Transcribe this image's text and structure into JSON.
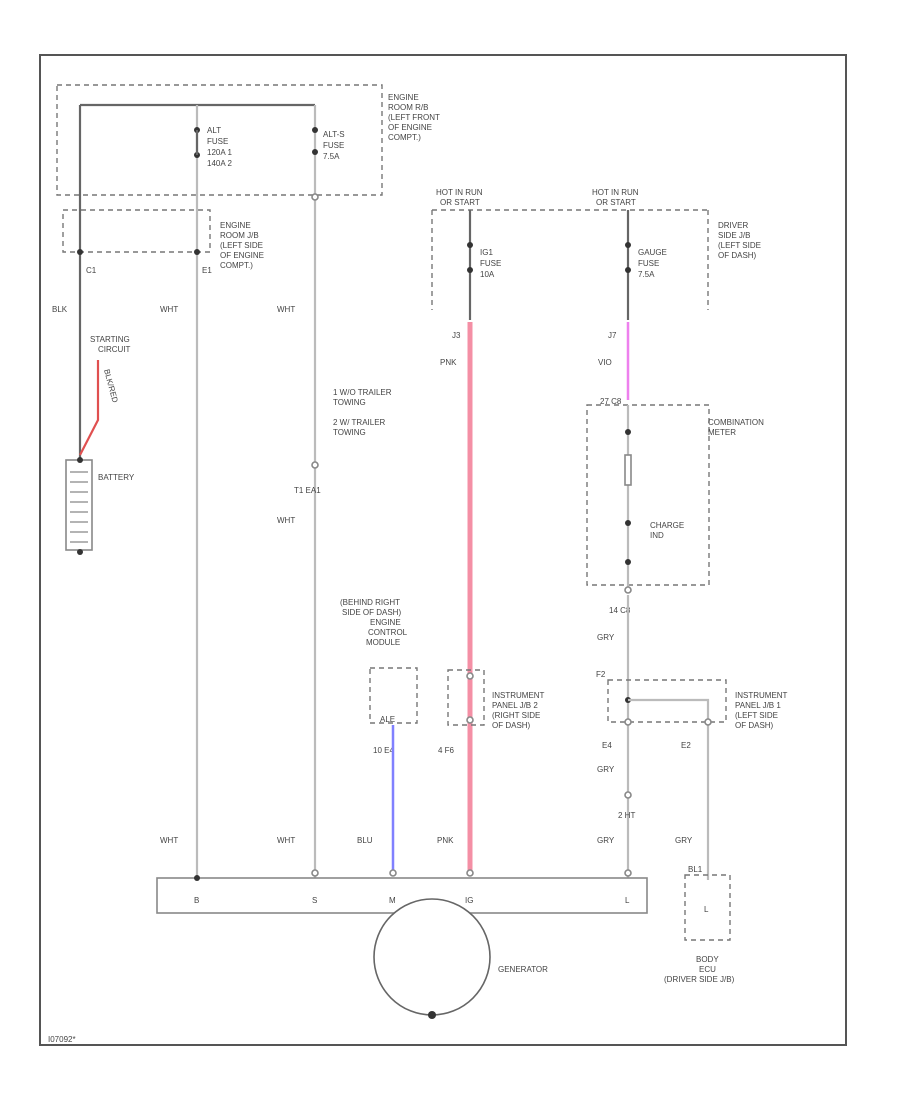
{
  "figure_id": "I07092*",
  "colors": {
    "pink_wire": "#f48fa5",
    "magenta_wire": "#ee80ee",
    "blue_wire": "#8080ff",
    "red_wire": "#e05050",
    "wire_gray": "#bbbbbb",
    "frame": "#555555"
  },
  "labels": {
    "engine_room_rb": [
      "ENGINE",
      "ROOM R/B",
      "(LEFT FRONT",
      "OF ENGINE",
      "COMPT.)"
    ],
    "alt_fuse": [
      "ALT",
      "FUSE",
      "120A  1",
      "140A  2"
    ],
    "alt_s_fuse": [
      "ALT-S",
      "FUSE",
      "7.5A"
    ],
    "engine_room_jb": [
      "ENGINE",
      "ROOM J/B",
      "(LEFT SIDE",
      "OF ENGINE",
      "COMPT.)"
    ],
    "hot_ig1": [
      "HOT IN RUN",
      "OR START"
    ],
    "hot_ig2": [
      "HOT IN RUN",
      "OR START"
    ],
    "ig1_fuse": [
      "IG1",
      "FUSE",
      "10A"
    ],
    "gauge_fuse": [
      "GAUGE",
      "FUSE",
      "7.5A"
    ],
    "driver_side_jb": [
      "DRIVER",
      "SIDE J/B",
      "(LEFT SIDE",
      "OF DASH)"
    ],
    "c1": "C1",
    "e1": "E1",
    "j3": "J3",
    "j7": "J7",
    "blk": "BLK",
    "wht1": "WHT",
    "wht2": "WHT",
    "wht3": "WHT",
    "pnk": "PNK",
    "vio": "VIO",
    "starting_circuit": [
      "STARTING",
      "CIRCUIT"
    ],
    "starting_wire_label": "BLK/RED",
    "battery": "BATTERY",
    "towing": [
      "1   W/O TRAILER",
      "    TOWING",
      "2   W/ TRAILER",
      "    TOWING"
    ],
    "t1_ea1": "T1   EA1",
    "combination_meter": [
      "COMBINATION",
      "METER"
    ],
    "c8_top": "27   C8",
    "charge_ind": [
      "CHARGE",
      "IND"
    ],
    "c8_bottom": "14   C8",
    "gry1": "GRY",
    "behind_right": [
      "(BEHIND RIGHT",
      "SIDE OF DASH)",
      "ENGINE",
      "CONTROL",
      "MODULE"
    ],
    "ecm_pin": "ALE",
    "e4_wire": "10    E4",
    "ip_jb2": [
      "INSTRUMENT",
      "PANEL J/B 2",
      "(RIGHT SIDE",
      "OF DASH)"
    ],
    "pin_4f6": "4 F6",
    "ip_jb1": [
      "INSTRUMENT",
      "PANEL J/B 1",
      "(LEFT SIDE",
      "OF DASH)"
    ],
    "pin_f2": "F2",
    "pin_e4_left": "E4",
    "pin_e2": "E2",
    "gry2": "GRY",
    "pin_2_ht": "2   HT",
    "bottom_wire_labels": [
      "WHT",
      "WHT",
      "BLU",
      "PNK",
      "GRY",
      "GRY"
    ],
    "generator_pins": [
      "B",
      "S",
      "M",
      "IG",
      "L"
    ],
    "generator": "GENERATOR",
    "body_ecu_pin": "L",
    "body_ecu_connector": "BL1",
    "body_ecu": [
      "BODY",
      "ECU",
      "(DRIVER SIDE J/B)"
    ]
  }
}
